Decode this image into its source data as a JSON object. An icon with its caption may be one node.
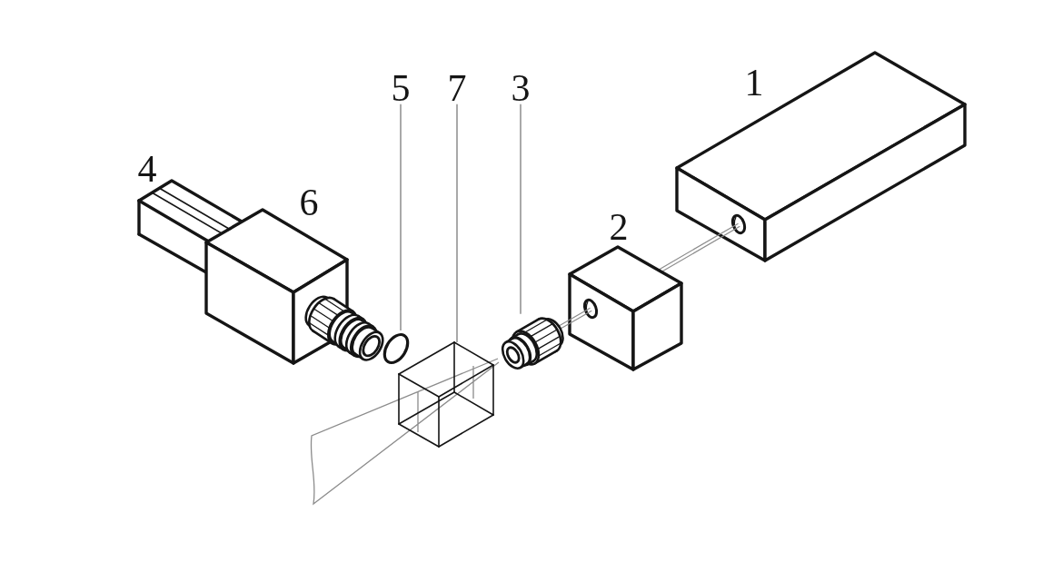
{
  "diagram": {
    "nodes": [
      {
        "text": [
          "5"
        ]
      },
      {
        "text": [],
        "shape": "circle"
      },
      {
        "text": [
          "7"
        ]
      },
      {
        "text": [],
        "shape": "picture"
      },
      {
        "text": [
          "3"
        ]
      },
      {
        "text": [],
        "shape": "picture"
      }
    ],
    "edges": [
      {
        "from": 0,
        "to": 1,
        "arrow": "none"
      },
      {
        "from": 2,
        "to": 3,
        "arrow": "none"
      },
      {
        "from": 4,
        "to": 5,
        "arrow": "none"
      }
    ],
    "labels": [
      "1",
      "4",
      "6",
      "2"
    ]
  }
}
